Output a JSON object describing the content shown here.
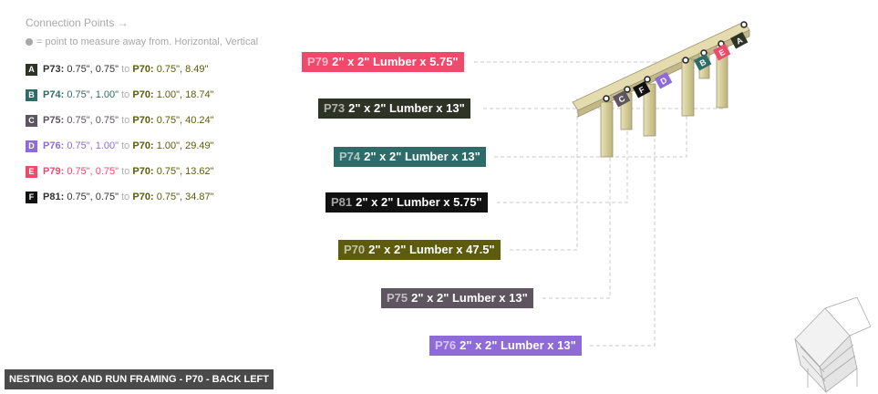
{
  "connection_points": {
    "title": "Connection Points →",
    "note": "= point to measure away from. Horizontal, Vertical",
    "items": [
      {
        "letter": "A",
        "color": "#2d3325",
        "part": "P73:",
        "v1": "0.75\", 0.75\"",
        "to": "to",
        "ref": "P70:",
        "v2": "0.75\", 8.49\""
      },
      {
        "letter": "B",
        "color": "#2f6b68",
        "part": "P74:",
        "v1": "0.75\", 1.00\"",
        "to": "to",
        "ref": "P70:",
        "v2": "1.00\", 18.74\""
      },
      {
        "letter": "C",
        "color": "#5e5560",
        "part": "P75:",
        "v1": "0.75\", 0.75\"",
        "to": "to",
        "ref": "P70:",
        "v2": "0.75\", 40.24\""
      },
      {
        "letter": "D",
        "color": "#8f6ad9",
        "part": "P76:",
        "v1": "0.75\", 1.00\"",
        "to": "to",
        "ref": "P70:",
        "v2": "1.00\", 29.49\""
      },
      {
        "letter": "E",
        "color": "#ee4a6c",
        "part": "P79:",
        "v1": "0.75\", 0.75\"",
        "to": "to",
        "ref": "P70:",
        "v2": "0.75\", 13.62\""
      },
      {
        "letter": "F",
        "color": "#111111",
        "part": "P81:",
        "v1": "0.75\", 0.75\"",
        "to": "to",
        "ref": "P70:",
        "v2": "0.75\", 34.87\""
      }
    ]
  },
  "labels": [
    {
      "id": "P79",
      "text": "2\" x 2\" Lumber x 5.75\"",
      "color": "#ee4a6c"
    },
    {
      "id": "P73",
      "text": "2\" x 2\" Lumber x 13\"",
      "color": "#2d3325"
    },
    {
      "id": "P74",
      "text": "2\" x 2\" Lumber x 13\"",
      "color": "#2f6b68"
    },
    {
      "id": "P81",
      "text": "2\" x 2\" Lumber x 5.75\"",
      "color": "#111111"
    },
    {
      "id": "P70",
      "text": "2\" x 2\" Lumber x 47.5\"",
      "color": "#5c5c0c"
    },
    {
      "id": "P75",
      "text": "2\" x 2\" Lumber x 13\"",
      "color": "#5e5560"
    },
    {
      "id": "P76",
      "text": "2\" x 2\" Lumber x 13\"",
      "color": "#8f6ad9"
    }
  ],
  "footer": "NESTING BOX AND RUN FRAMING - P70 - BACK LEFT"
}
